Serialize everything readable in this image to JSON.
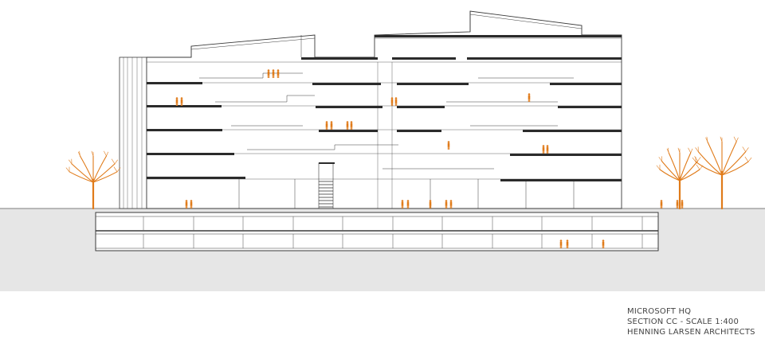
{
  "caption": {
    "line1": "MICROSOFT HQ",
    "line2": "SECTION CC - SCALE 1:400",
    "line3": "HENNING LARSEN ARCHITECTS"
  },
  "colors": {
    "background": "#ffffff",
    "ground": "#e6e6e6",
    "line": "#3a3a3a",
    "slab": "#2b2b2b",
    "accent": "#e07b1a",
    "caption": "#444444"
  }
}
